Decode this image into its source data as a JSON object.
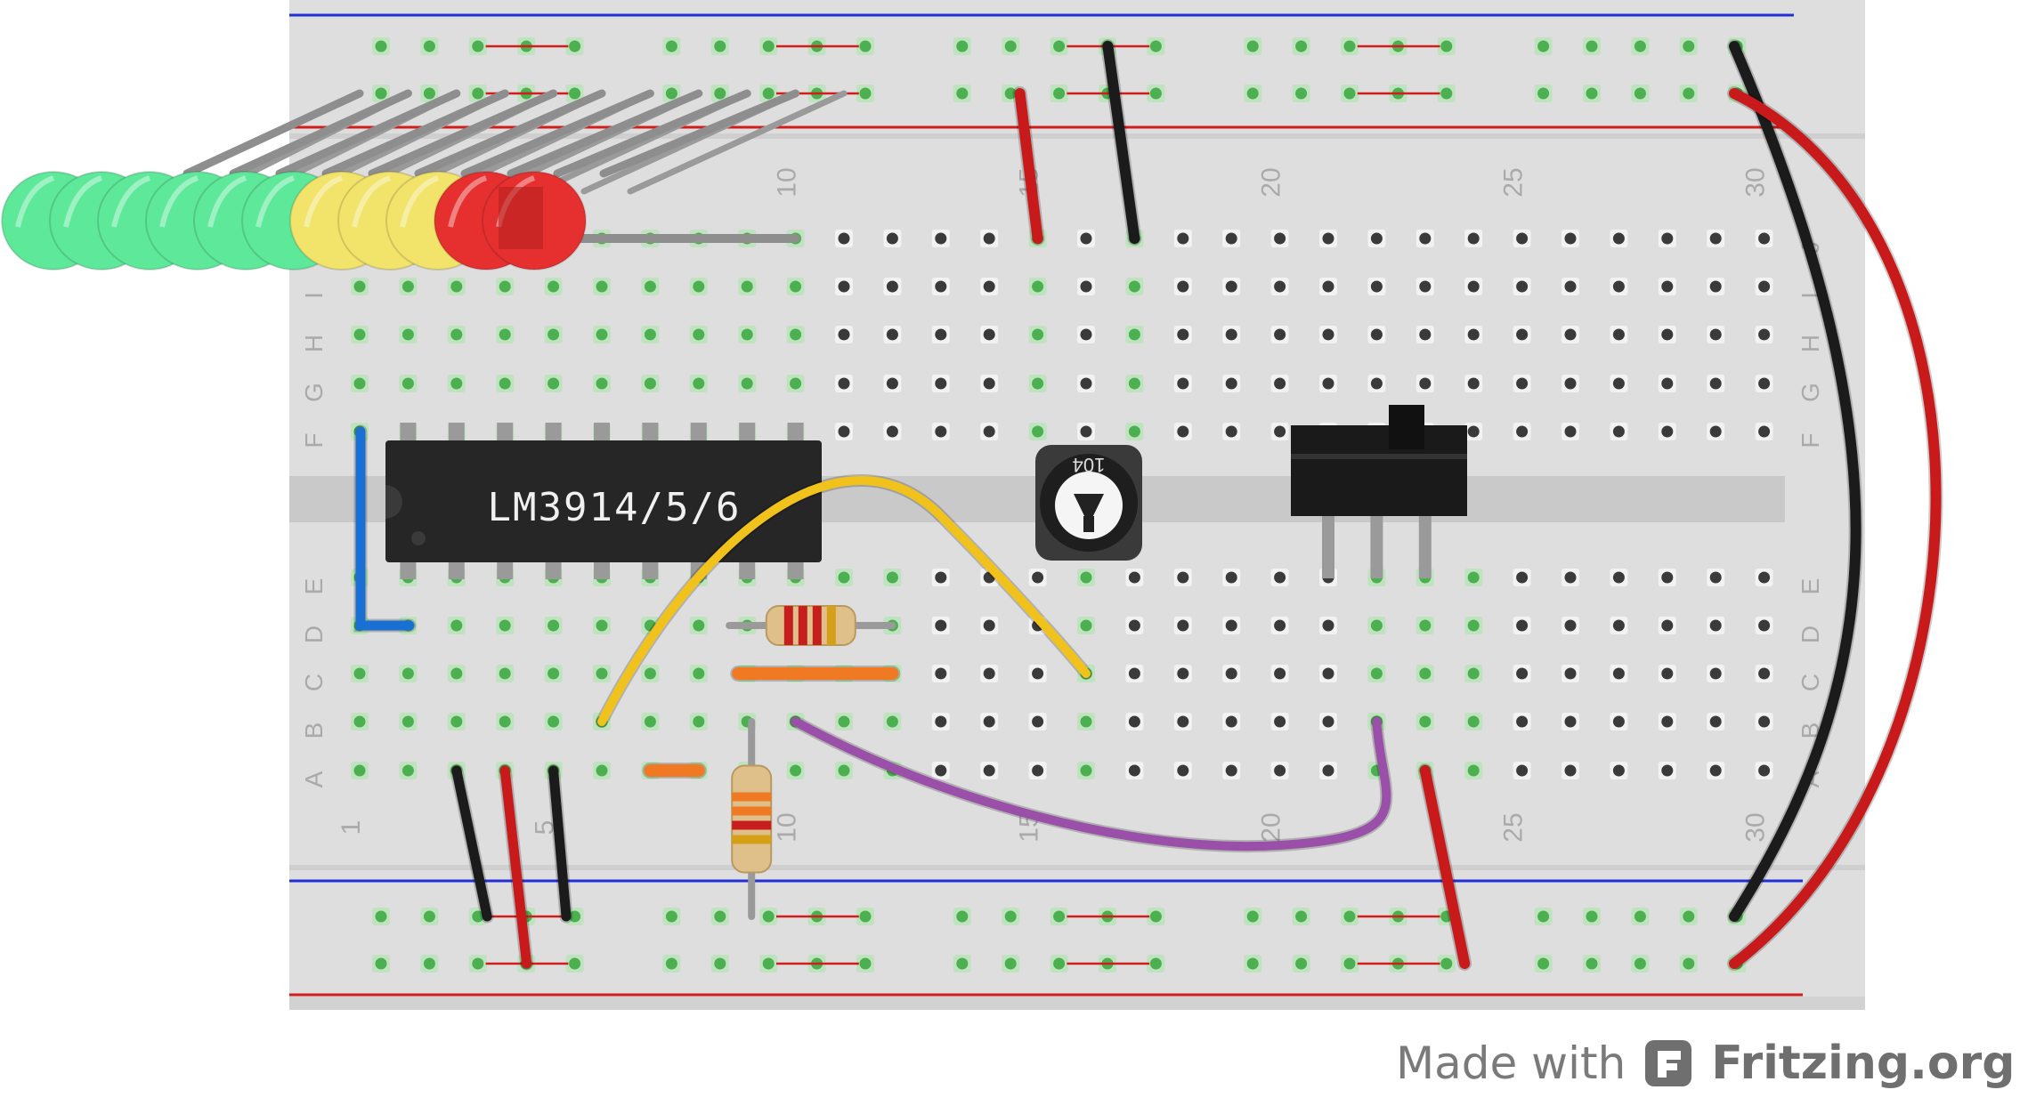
{
  "columns_top": [
    "10",
    "15",
    "20",
    "25",
    "30"
  ],
  "columns_bottom": [
    "1",
    "5",
    "10",
    "15",
    "20",
    "25",
    "30"
  ],
  "rows_top": [
    "J",
    "I",
    "H",
    "G",
    "F"
  ],
  "rows_bottom": [
    "E",
    "D",
    "C",
    "B",
    "A"
  ],
  "ic_label": "LM3914/5/6",
  "pot_label": "104",
  "footer": {
    "made_with": "Made with",
    "brand": "Fritzing.org"
  },
  "colors": {
    "board": "#dedede",
    "hole": "#3a3a3a",
    "hole_used": "#4caf50",
    "rail_red": "#d21d1d",
    "rail_blue": "#2130d6",
    "wire_red": "#c81a1a",
    "wire_black": "#1b1b1b",
    "wire_blue": "#1a6fd2",
    "wire_yellow": "#f1c21b",
    "wire_purple": "#9a4fa8",
    "wire_orange": "#f07a24",
    "led_green": "#5ee89a",
    "led_yellow": "#f2e36b",
    "led_red": "#e63030"
  }
}
